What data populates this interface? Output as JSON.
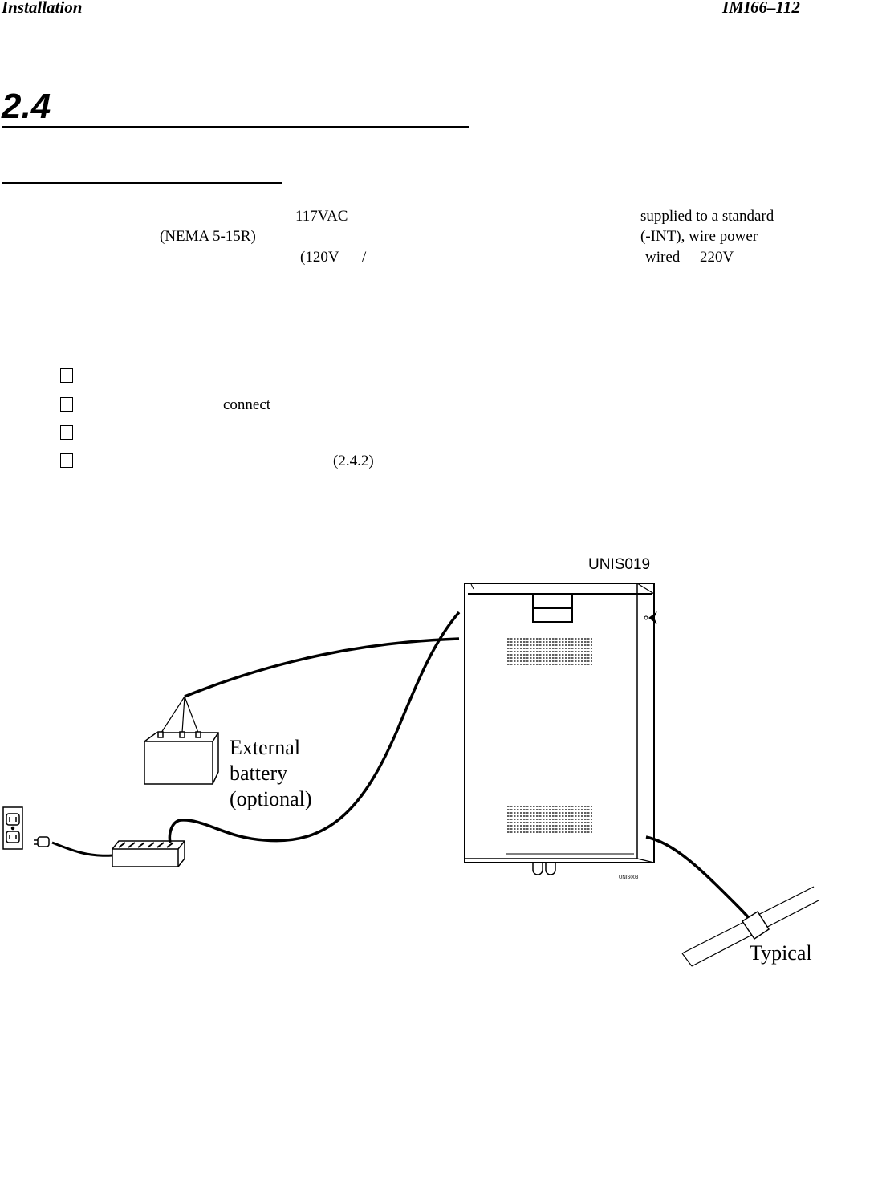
{
  "header": {
    "left": "Installation",
    "right": "IMI66–112"
  },
  "section_number": "2.4",
  "fragments": {
    "voltage": "117VAC",
    "supplied": "supplied to a standard",
    "nema": "(NEMA 5-15R)",
    "int_wire": "(-INT), wire power",
    "v120": "(120V",
    "slash": "/",
    "wired": "wired",
    "v220": "220V",
    "connect": "connect",
    "ref": "(2.4.2)"
  },
  "checklist": {
    "count": 4
  },
  "figure": {
    "id_label": "UNIS019",
    "small_code": "UNIS003",
    "battery_label": [
      "External",
      "battery",
      "(optional)"
    ],
    "ground_label": "Typical"
  }
}
